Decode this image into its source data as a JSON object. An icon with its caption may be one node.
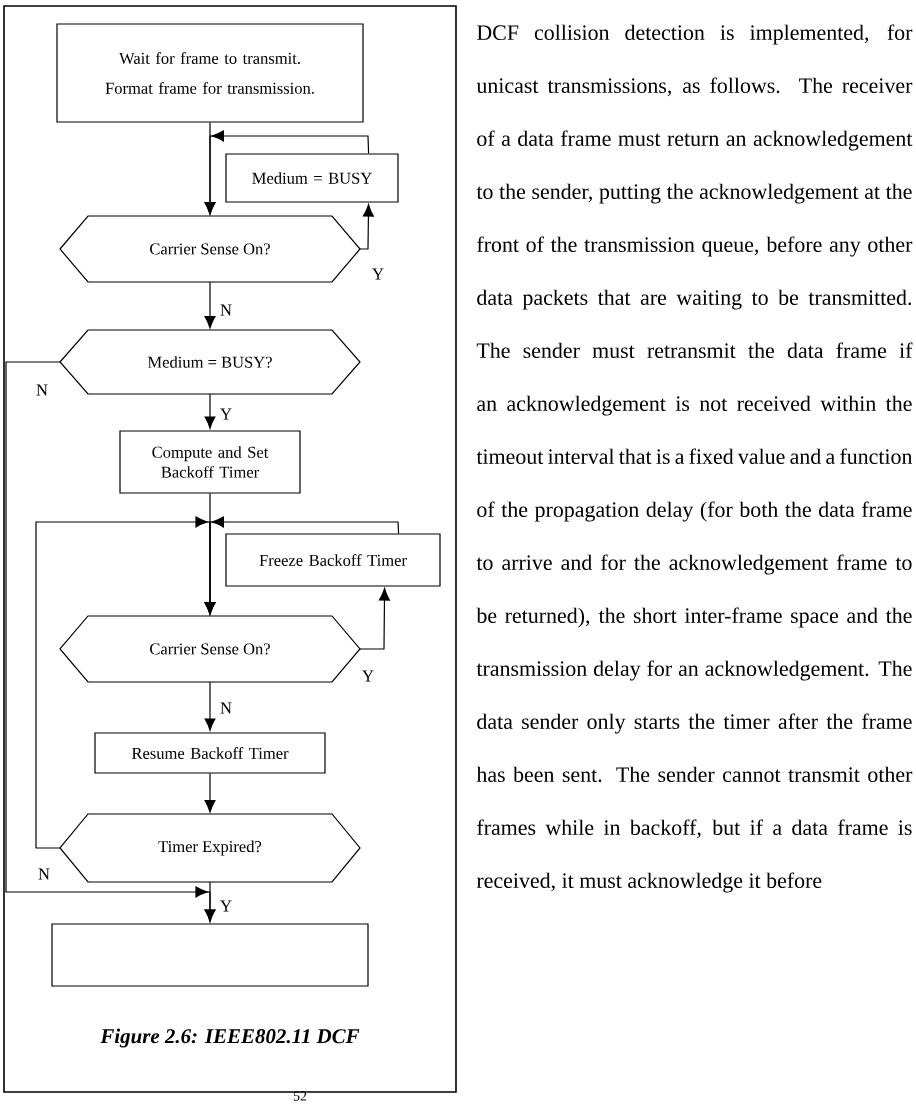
{
  "diagram": {
    "caption": "Figure 2.6: IEEE802.11 DCF",
    "nodes": [
      {
        "text": [
          "Wait for frame to transmit.",
          "Format frame for transmission."
        ]
      },
      {
        "text": [
          "Medium = BUSY"
        ]
      },
      {
        "text": [
          "Carrier Sense On?"
        ]
      },
      {
        "text": [
          "Medium = BUSY?"
        ]
      },
      {
        "text": [
          "Compute and Set Backoff Timer"
        ]
      },
      {
        "text": [
          "Freeze Backoff Timer"
        ]
      },
      {
        "text": [
          "Carrier Sense On?"
        ]
      },
      {
        "text": [
          "Resume Backoff Timer"
        ]
      },
      {
        "text": [
          "Timer Expired?"
        ]
      },
      {
        "text": [],
        "shape": "box"
      }
    ],
    "edges": [
      {
        "from": 0,
        "to": 2,
        "arrow": "to"
      },
      {
        "from": 2,
        "to": 1,
        "arrow": "to",
        "label": "Y"
      },
      {
        "from": 1,
        "to": 2,
        "arrow": "to"
      },
      {
        "from": 2,
        "to": 3,
        "arrow": "to",
        "label": "N"
      },
      {
        "from": 3,
        "to": 4,
        "arrow": "to",
        "label": "Y"
      },
      {
        "from": 3,
        "to": 9,
        "arrow": "to",
        "label": "N"
      },
      {
        "from": 4,
        "to": 6,
        "arrow": "to"
      },
      {
        "from": 6,
        "to": 5,
        "arrow": "to",
        "label": "Y"
      },
      {
        "from": 5,
        "to": 6,
        "arrow": "to"
      },
      {
        "from": 8,
        "to": 6,
        "arrow": "to",
        "label": "N"
      },
      {
        "from": 6,
        "to": 7,
        "arrow": "to",
        "label": "N"
      },
      {
        "from": 7,
        "to": 8,
        "arrow": "to"
      },
      {
        "from": 8,
        "to": 9,
        "arrow": "to",
        "label": "Y"
      }
    ],
    "labels": [
      "DCF collision detection is implemented, for unicast transmissions, as follows. The receiver of a data frame must return an acknowledgement to the sender, putting the acknowledgement at the front of the transmission queue, before any other data packets that are waiting to be transmitted. The sender must retransmit the data frame if an acknowledgement is not received within the timeout interval that is a fixed value and a function of the propagation delay (for both the data frame to arrive and for the acknowledgement frame to be returned), the short inter-frame space and the transmission delay for an acknowledgement. The data sender only starts the timer after the frame has been sent. The sender cannot transmit other frames while in backoff, but if a data frame is received, it must acknowledge it before",
      "52"
    ]
  }
}
